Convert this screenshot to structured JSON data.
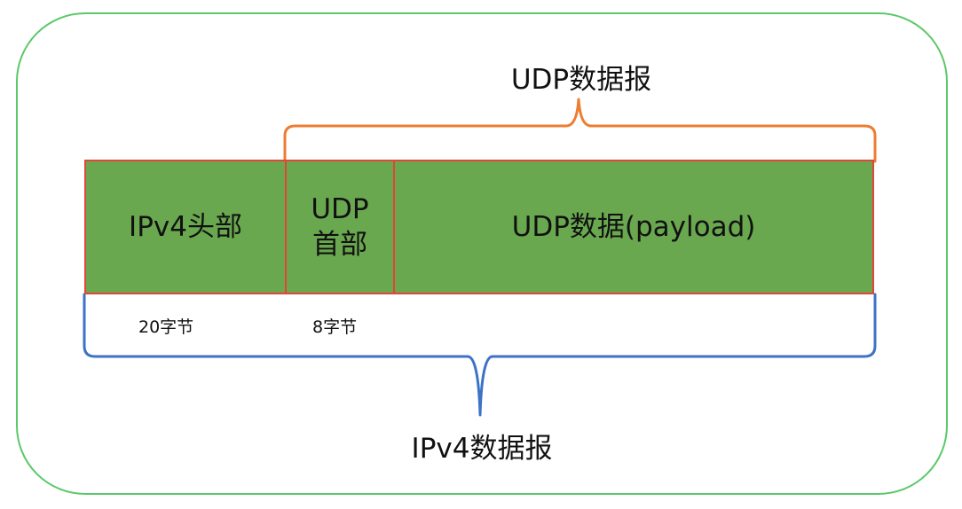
{
  "diagram": {
    "udp_datagram_label": "UDP数据报",
    "ipv4_datagram_label": "IPv4数据报",
    "blocks": {
      "ipv4_header": "IPv4头部",
      "udp_header_line1": "UDP",
      "udp_header_line2": "首部",
      "udp_payload": "UDP数据(payload)"
    },
    "sizes": {
      "ipv4_header": "20字节",
      "udp_header": "8字节"
    },
    "colors": {
      "block_fill": "#6aa84f",
      "block_border": "#e2453a",
      "udp_brace": "#ed7d31",
      "ipv4_brace": "#3c72c8",
      "frame": "#5cc86a"
    }
  }
}
